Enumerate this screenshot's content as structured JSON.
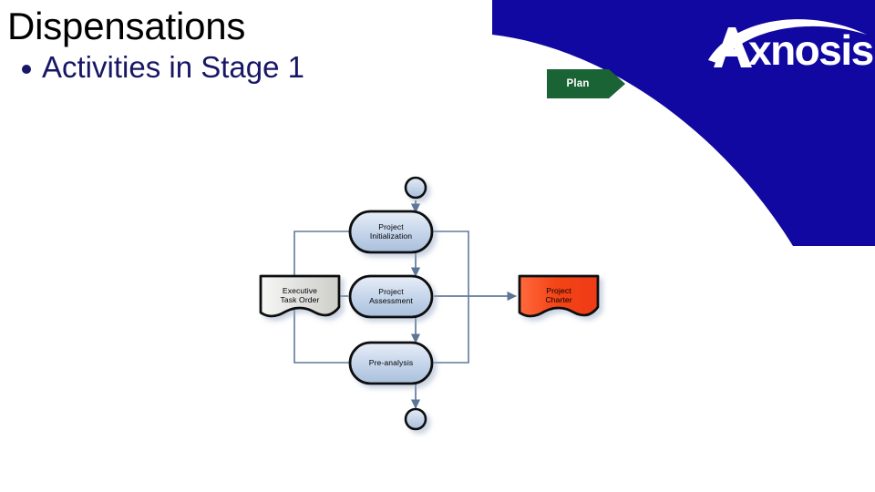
{
  "slide": {
    "title": "Dispensations",
    "bullet": "Activities in Stage 1",
    "title_color": "#000000",
    "bullet_color": "#171766",
    "background_color": "#ffffff"
  },
  "brand": {
    "logo_text": "Axnosis",
    "logo_color": "#ffffff",
    "wedge_color": "#1008A0"
  },
  "phase_banner": {
    "label": "Plan",
    "fill_color": "#1A6334",
    "text_color": "#ffffff",
    "shape": "chevron-right"
  },
  "flowchart": {
    "type": "process-flow-diagram",
    "nodes": [
      {
        "id": "start",
        "label": "",
        "shape": "start-circle",
        "fill": "#c3d2e8"
      },
      {
        "id": "init",
        "label": "Project\nInitialization",
        "shape": "rounded-process",
        "fill": "#bfd0e6"
      },
      {
        "id": "eto",
        "label": "Executive\nTask Order",
        "shape": "document",
        "fill": "#d8d8d2"
      },
      {
        "id": "assess",
        "label": "Project\nAssessment",
        "shape": "rounded-process",
        "fill": "#bfd0e6"
      },
      {
        "id": "charter",
        "label": "Project\nCharter",
        "shape": "document",
        "fill": "#f03b18"
      },
      {
        "id": "pre",
        "label": "Pre-analysis",
        "shape": "rounded-process",
        "fill": "#bfd0e6"
      },
      {
        "id": "end",
        "label": "",
        "shape": "end-circle",
        "fill": "#c3d2e8"
      }
    ],
    "connectors": [
      {
        "from": "start",
        "to": "init",
        "style": "arrow-down"
      },
      {
        "from": "init",
        "to": "assess",
        "style": "arrow-down"
      },
      {
        "from": "assess",
        "to": "pre",
        "style": "arrow-down"
      },
      {
        "from": "pre",
        "to": "end",
        "style": "arrow-down"
      },
      {
        "from": "eto",
        "to": "assess",
        "style": "plain-right"
      },
      {
        "from": "assess",
        "to": "charter",
        "style": "arrow-right"
      },
      {
        "from": "init",
        "to": "pre",
        "style": "loop-left"
      },
      {
        "from": "init",
        "to": "pre",
        "style": "loop-right"
      }
    ],
    "connector_color": "#60799c"
  }
}
